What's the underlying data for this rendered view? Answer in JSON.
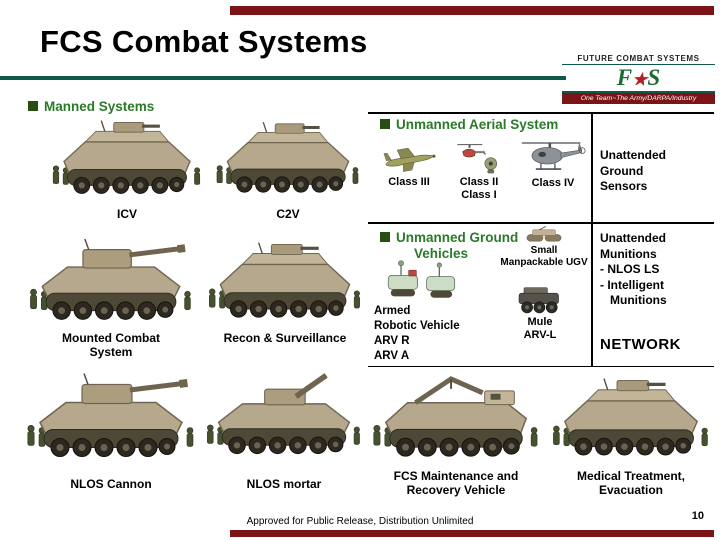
{
  "colors": {
    "red_bar": "#7b1416",
    "title_rule_teal": "#10584a",
    "section_heading_green": "#2a7a2a",
    "bullet_green": "#274e13",
    "logo_green": "#1e6b34",
    "vehicle_hull_tan": "#b6a88c"
  },
  "slide": {
    "title": "FCS Combat Systems",
    "footer": "Approved for Public Release, Distribution Unlimited",
    "page_number": "10"
  },
  "logo": {
    "header": "FUTURE COMBAT SYSTEMS",
    "mark_f": "F",
    "star": "★",
    "mark_s": "S",
    "tagline": "One Team~The Army/DARPA/Industry"
  },
  "manned": {
    "heading": "Manned Systems",
    "vehicles": [
      {
        "label": "ICV"
      },
      {
        "label": "C2V"
      },
      {
        "label": "Mounted Combat System"
      },
      {
        "label": "Recon & Surveillance"
      },
      {
        "label": "NLOS Cannon"
      },
      {
        "label": "NLOS mortar"
      },
      {
        "label": "FCS Maintenance and Recovery Vehicle"
      },
      {
        "label": "Medical Treatment, Evacuation"
      }
    ]
  },
  "uas": {
    "heading": "Unmanned Aerial System",
    "class3": "Class III",
    "class2": "Class II",
    "class1": "Class I",
    "class4": "Class IV",
    "ugs_lines": [
      "Unattended",
      "Ground",
      "Sensors"
    ]
  },
  "ugv": {
    "heading_line1": "Unmanned Ground",
    "heading_line2": "Vehicles",
    "small_ugv_line1": "Small",
    "small_ugv_line2": "Manpackable UGV",
    "arv_lines": [
      "Armed",
      "Robotic Vehicle",
      "ARV R",
      "ARV A"
    ],
    "mule_line1": "Mule",
    "mule_line2": "ARV-L",
    "munitions_lines": [
      "Unattended",
      "Munitions",
      "- NLOS LS",
      "- Intelligent",
      "Munitions"
    ],
    "network": "NETWORK"
  }
}
